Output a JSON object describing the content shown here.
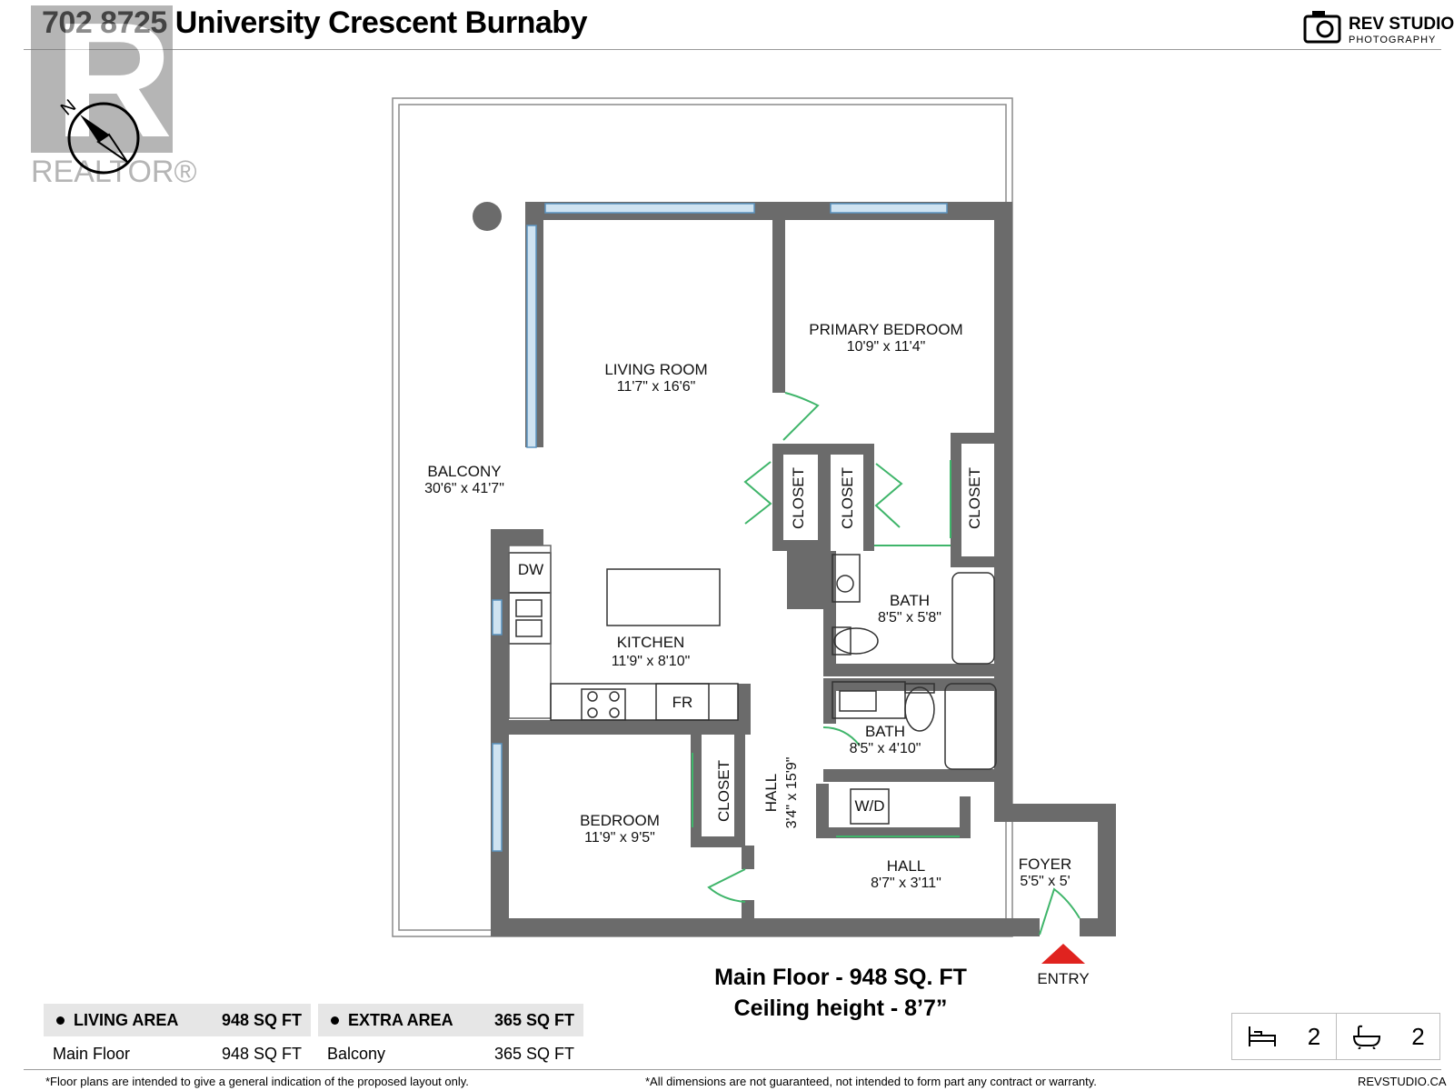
{
  "header": {
    "title": "702 8725 University Crescent Burnaby",
    "brand_name": "REV STUDIO",
    "brand_sub": "PHOTOGRAPHY",
    "realtor_logo": "REALTOR®"
  },
  "compass": {
    "north_label": "N"
  },
  "rooms": [
    {
      "name": "LIVING ROOM",
      "dims": "11'7\" x 16'6\""
    },
    {
      "name": "PRIMARY BEDROOM",
      "dims": "10'9\" x 11'4\""
    },
    {
      "name": "BALCONY",
      "dims": "30'6\" x 41'7\""
    },
    {
      "name": "KITCHEN",
      "dims": "11'9\" x 8'10\""
    },
    {
      "name": "BATH",
      "dims": "8'5\" x 5'8\""
    },
    {
      "name": "BATH",
      "dims": "8'5\" x 4'10\""
    },
    {
      "name": "HALL",
      "dims": "3'4\" x 15'9\""
    },
    {
      "name": "BEDROOM",
      "dims": "11'9\" x 9'5\""
    },
    {
      "name": "HALL",
      "dims": "8'7\" x 3'11\""
    },
    {
      "name": "FOYER",
      "dims": "5'5\" x 5'"
    }
  ],
  "closets": [
    "CLOSET",
    "CLOSET",
    "CLOSET",
    "CLOSET"
  ],
  "fixtures": {
    "dishwasher": "DW",
    "fridge": "FR",
    "laundry": "W/D"
  },
  "entry_label": "ENTRY",
  "floor_summary": {
    "line1": "Main Floor - 948 SQ. FT",
    "line2": "Ceiling height - 8’7”"
  },
  "living_area": {
    "header": "LIVING AREA",
    "header_value": "948 SQ FT",
    "rows": [
      {
        "label": "Main Floor",
        "value": "948 SQ FT"
      }
    ]
  },
  "extra_area": {
    "header": "EXTRA AREA",
    "header_value": "365 SQ FT",
    "rows": [
      {
        "label": "Balcony",
        "value": "365 SQ FT"
      }
    ]
  },
  "counts": {
    "beds": "2",
    "baths": "2",
    "bed_icon": "bed-icon",
    "bath_icon": "bathtub-icon"
  },
  "footer": {
    "left": "*Floor plans are intended to give a general indication of the proposed layout only.",
    "middle": "*All dimensions are not guaranteed, not intended to form part any contract or warranty.",
    "right": "REVSTUDIO.CA"
  },
  "colors": {
    "wall": "#6b6b6b",
    "window": "#8fb9d8",
    "door": "#3fb56a",
    "entry": "#e0231f"
  }
}
